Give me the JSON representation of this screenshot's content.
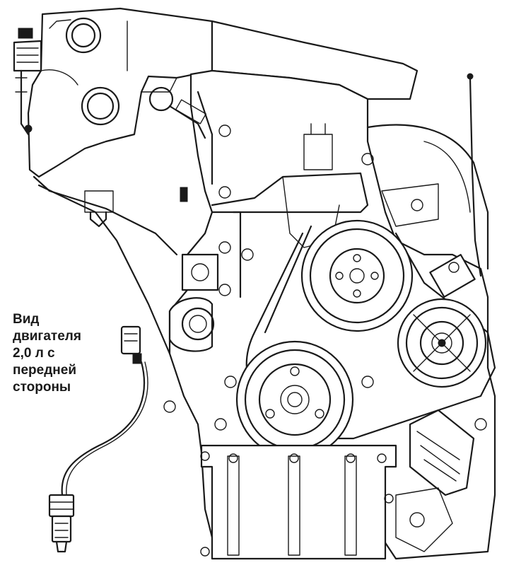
{
  "caption": {
    "lines": [
      "Вид",
      "двигателя",
      "2,0 л с",
      "передней",
      "стороны"
    ]
  },
  "colors": {
    "ink": "#1a1a1a",
    "paper": "#ffffff"
  }
}
